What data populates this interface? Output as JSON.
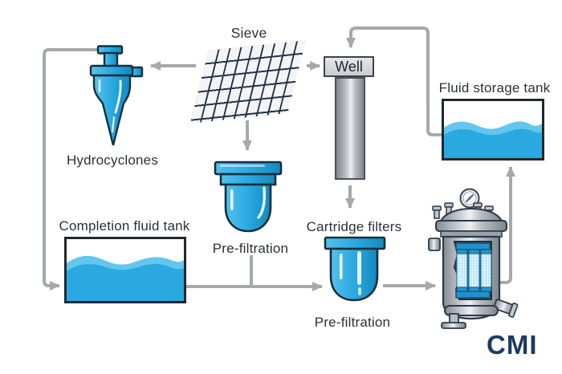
{
  "page": {
    "background": "#ffffff",
    "type": "process-flow-diagram"
  },
  "labels": {
    "sieve": "Sieve",
    "well": "Well",
    "hydrocyclones": "Hydrocyclones",
    "pre_filtration_top": "Pre-filtration",
    "completion_fluid_tank": "Completion fluid tank",
    "cartridge_filters": "Cartridge filters",
    "pre_filtration_bottom": "Pre-filtration",
    "fluid_storage_tank": "Fluid storage tank"
  },
  "logo": {
    "text": "CMI",
    "color": "#1d3a5f"
  },
  "colors": {
    "accent_blue": "#2aa9e0",
    "accent_blue_light": "#62c6ee",
    "accent_blue_dark": "#1489c0",
    "outline_dark": "#15303d",
    "pipe_gray": "#a5a9ad",
    "metal_gray": "#c6cbd0",
    "text": "#2c3036"
  },
  "icons": [
    "hydrocyclone-icon",
    "sieve-icon",
    "well-icon",
    "fluid-storage-tank-icon",
    "completion-fluid-tank-icon",
    "pre-filtration-housing-icon",
    "cartridge-filter-housing-icon",
    "filter-vessel-icon",
    "pressure-gauge-icon"
  ],
  "connections": [
    {
      "from": "sieve",
      "to": "hydrocyclones",
      "arrow": true
    },
    {
      "from": "sieve",
      "to": "well",
      "arrow": true
    },
    {
      "from": "sieve",
      "to": "pre-filtration-top",
      "arrow": true
    },
    {
      "from": "hydrocyclones",
      "to": "completion-fluid-tank",
      "arrow": true
    },
    {
      "from": "fluid-storage-tank",
      "to": "well",
      "arrow": true
    },
    {
      "from": "well",
      "to": "cartridge-filters",
      "arrow": true
    },
    {
      "from": "completion-fluid-tank",
      "to": "cartridge-filters",
      "arrow": true
    },
    {
      "from": "pre-filtration-top",
      "to": "completion-to-cartridge-line",
      "arrow": false
    },
    {
      "from": "cartridge-filters",
      "to": "filter-vessel",
      "arrow": true
    },
    {
      "from": "filter-vessel",
      "to": "fluid-storage-tank",
      "arrow": true
    }
  ]
}
